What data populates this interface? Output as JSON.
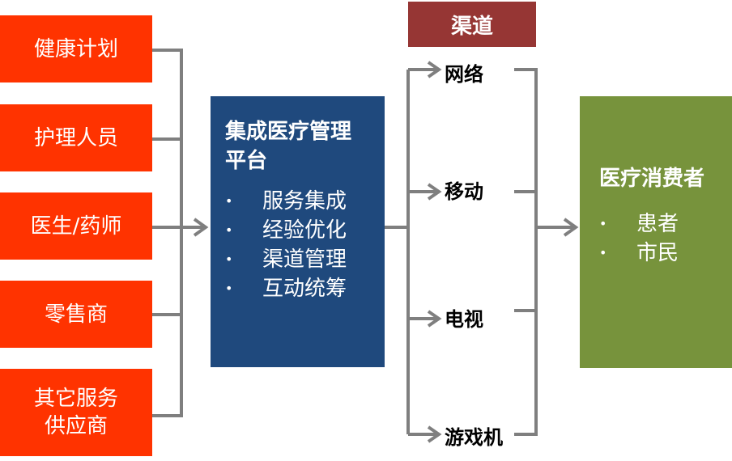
{
  "sources": [
    {
      "label": "健康计划"
    },
    {
      "label": "护理人员"
    },
    {
      "label": "医生/药师"
    },
    {
      "label": "零售商"
    },
    {
      "label": "其它服务\n供应商"
    }
  ],
  "platform": {
    "title": "集成医疗管理\n平台",
    "bullets": [
      "服务集成",
      "经验优化",
      "渠道管理",
      "互动统筹"
    ]
  },
  "channels": {
    "header": "渠道",
    "items": [
      "网络",
      "移动",
      "电视",
      "游戏机"
    ]
  },
  "consumer": {
    "title": "医疗消费者",
    "bullets": [
      "患者",
      "市民"
    ]
  },
  "bullet_symbol": "•",
  "colors": {
    "source_box": "#ff3300",
    "platform_box": "#1f497d",
    "channel_header": "#963634",
    "consumer_box": "#77933c",
    "connector": "#7f7f7f"
  }
}
